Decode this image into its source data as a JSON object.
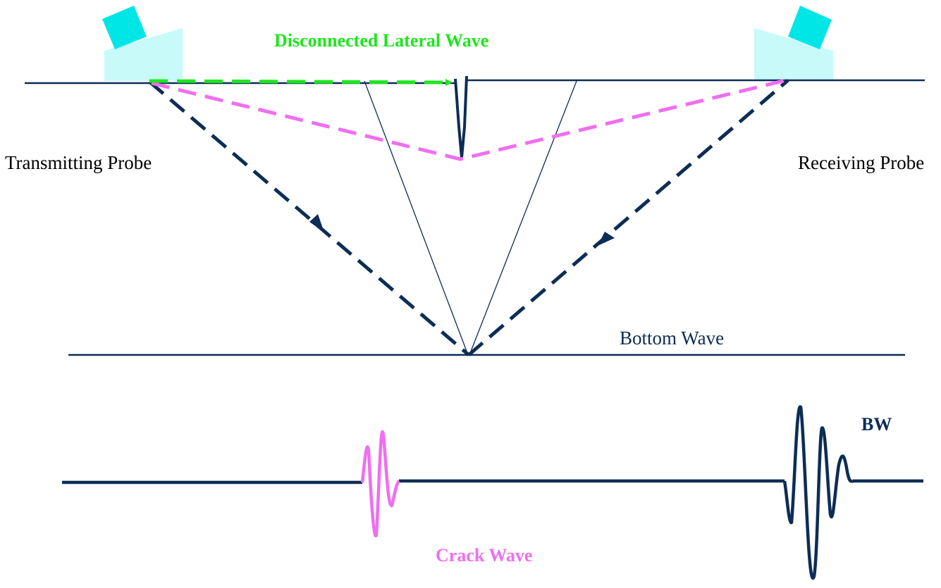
{
  "labels": {
    "lateral_wave": "Disconnected Lateral Wave",
    "transmitting_probe": "Transmitting Probe",
    "receiving_probe": "Receiving Probe",
    "bottom_wave": "Bottom Wave",
    "bw": "BW",
    "crack_wave": "Crack Wave"
  },
  "colors": {
    "lateral_wave": "#1ee61e",
    "crack_path": "#f06ef0",
    "main_path": "#0c2d55",
    "probe_wedge": "#c8fafa",
    "probe_crystal": "#00e6e6",
    "text_dark": "#000000",
    "bottom_wave_text": "#0c2d55",
    "crack_wave_text": "#f06ef0"
  }
}
